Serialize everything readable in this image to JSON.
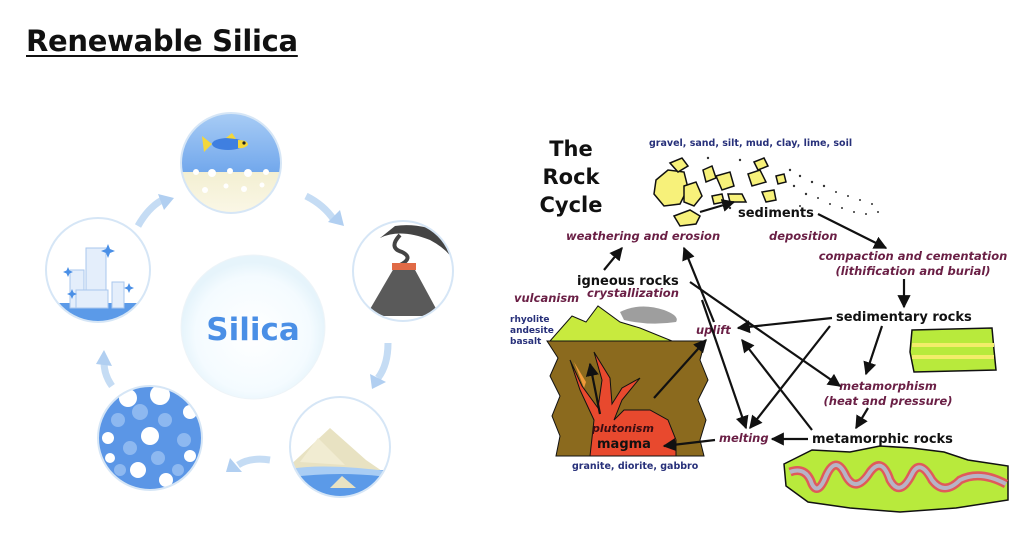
{
  "slide": {
    "title": "Renewable Silica"
  },
  "silica_cycle": {
    "center_label": "Silica",
    "accent_color": "#4a8fe6",
    "stages": [
      {
        "name": "ocean-diatoms",
        "icon": "fish-icon"
      },
      {
        "name": "volcano",
        "icon": "volcano-icon"
      },
      {
        "name": "sand",
        "icon": "sand-dunes-icon"
      },
      {
        "name": "porous-silica",
        "icon": "particles-icon"
      },
      {
        "name": "industry",
        "icon": "factory-icon"
      }
    ]
  },
  "rock_cycle": {
    "title_lines": [
      "The",
      "Rock",
      "Cycle"
    ],
    "sediment_types": "gravel, sand, silt, mud, clay, lime, soil",
    "nodes": {
      "sediments": "sediments",
      "igneous": "igneous rocks",
      "sedimentary": "sedimentary rocks",
      "metamorphic": "metamorphic rocks",
      "magma": "magma"
    },
    "processes": {
      "weathering": "weathering and erosion",
      "deposition": "deposition",
      "compaction_1": "compaction and cementation",
      "compaction_2": "(lithification and burial)",
      "vulcanism": "vulcanism",
      "crystallization": "crystallization",
      "uplift": "uplift",
      "metamorphism_1": "metamorphism",
      "metamorphism_2": "(heat and pressure)",
      "melting": "melting",
      "plutonism": "plutonism"
    },
    "volcanic_rocks": [
      "rhyolite",
      "andesite",
      "basalt"
    ],
    "plutonic_rocks": "granite, diorite, gabbro"
  }
}
